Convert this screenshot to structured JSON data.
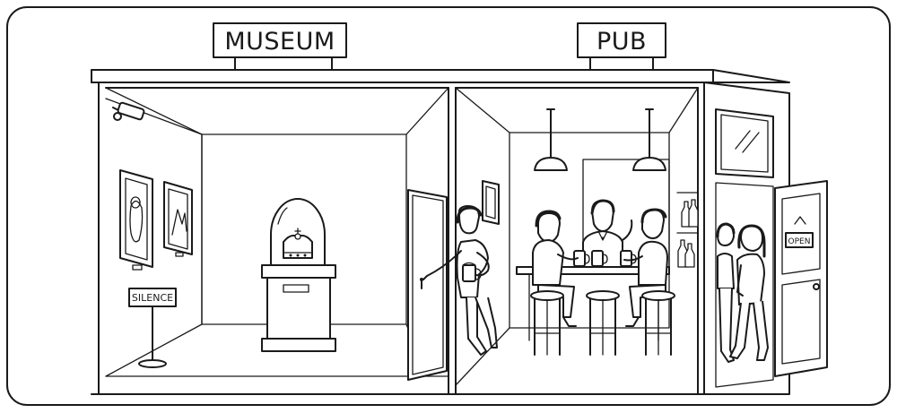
{
  "signs": {
    "museum": "MUSEUM",
    "pub": "PUB",
    "silence": "SILENCE",
    "open": "OPEN"
  },
  "colors": {
    "ink": "#1a1a1a",
    "paper": "#ffffff"
  }
}
